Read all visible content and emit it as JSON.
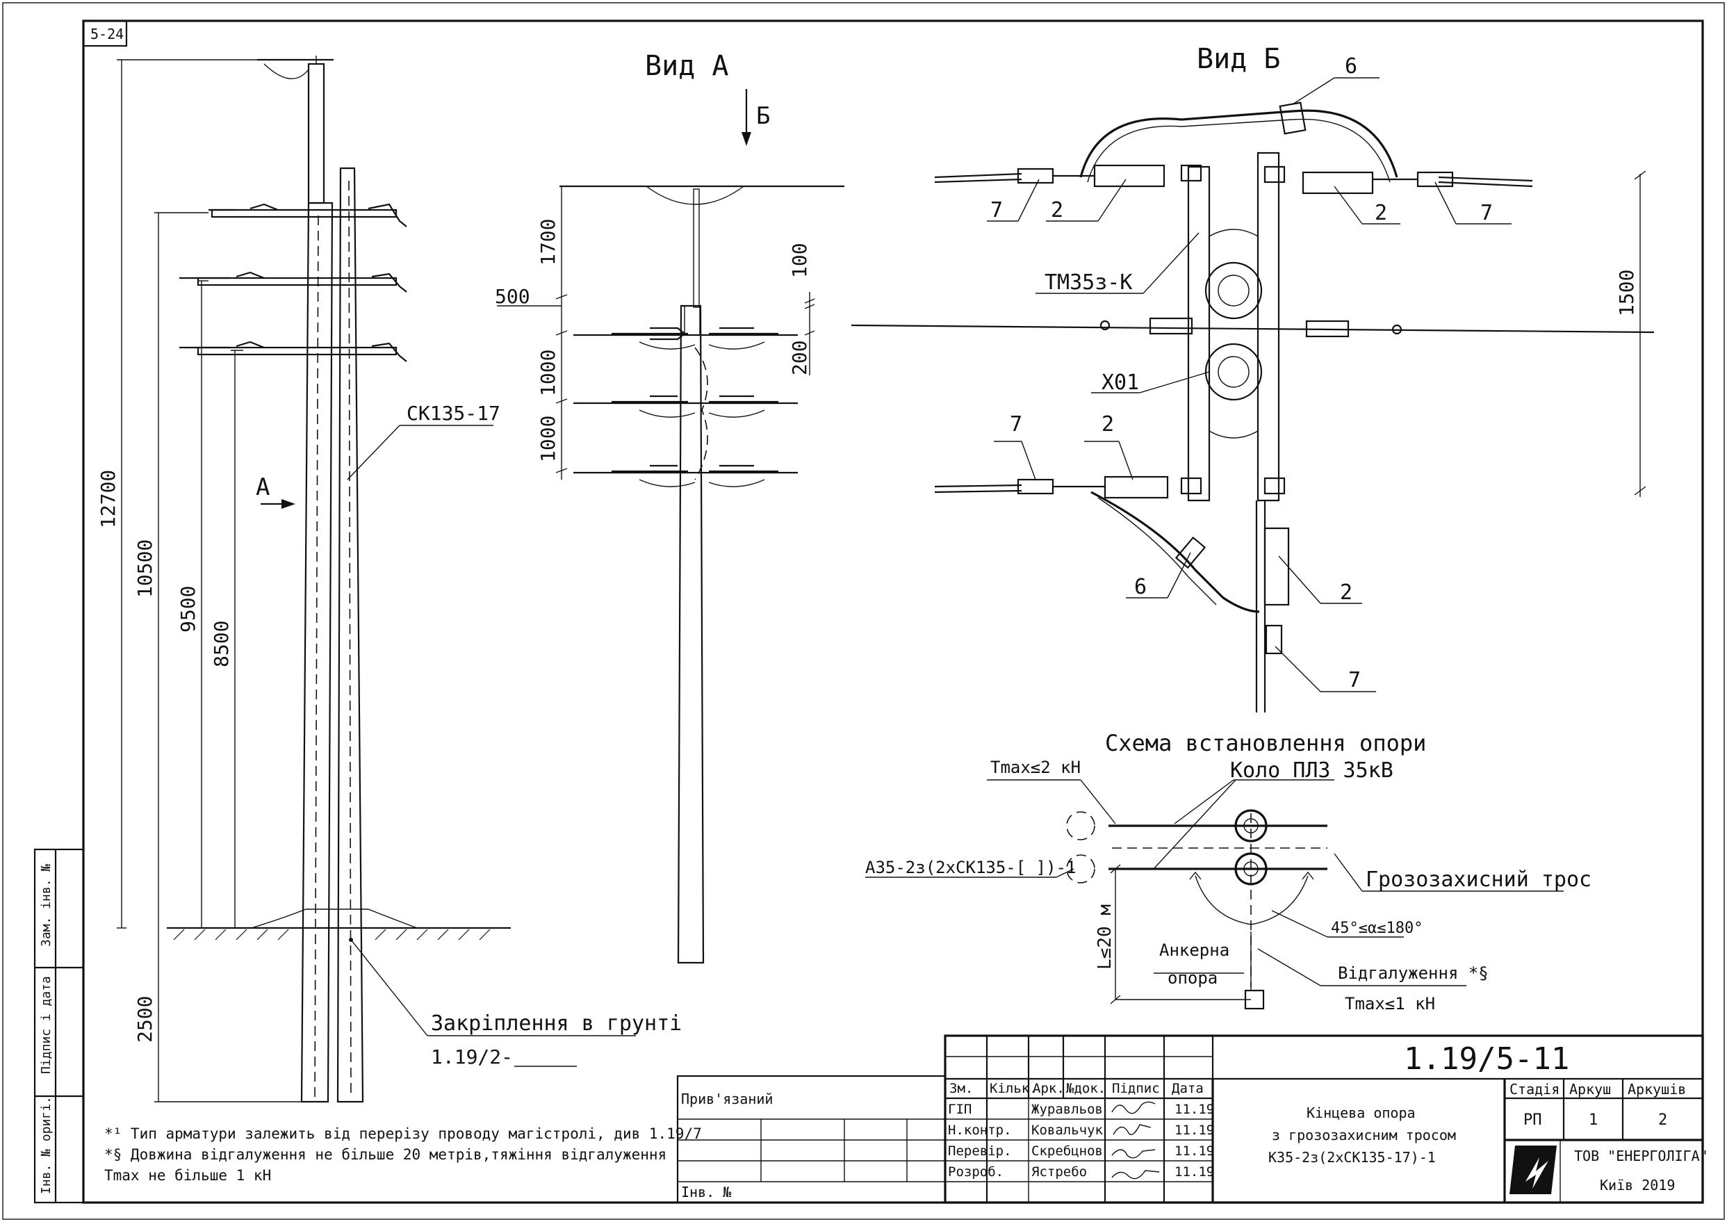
{
  "sheet_code": "5-24",
  "views": {
    "view_a": "Вид А",
    "view_b": "Вид Б",
    "arrow_a": "А",
    "arrow_b": "Б"
  },
  "main_view": {
    "dim_total": "12700",
    "dim_upper": "10500",
    "dim_mid": "9500",
    "dim_lower": "8500",
    "dim_ground": "2500",
    "pole_label": "СК135-17",
    "fixing_title": "Закріплення в грунті",
    "fixing_ref": "1.19/2-"
  },
  "view_a_dims": {
    "d1700": "1700",
    "d500": "500",
    "d1000a": "1000",
    "d1000b": "1000",
    "d100": "100",
    "d200": "200"
  },
  "view_b_labels": {
    "n6a": "6",
    "n7a": "7",
    "n2a": "2",
    "n2b": "2",
    "n7b": "7",
    "tm": "ТМ35з-К",
    "x01": "Х01",
    "n7c": "7",
    "n2c": "2",
    "n6b": "6",
    "n2d": "2",
    "n7d": "7",
    "d1500": "1500"
  },
  "scheme": {
    "title": "Схема встановлення опори",
    "tmax2": "Tmax≤2 кН",
    "circuit": "Коло ПЛЗ 35кВ",
    "support": "А35-2з(2хСК135-[ ])-1",
    "ground_wire": "Грозозахисний трос",
    "length": "L≤20 м",
    "angle": "45°≤α≤180°",
    "anchor1": "Анкерна",
    "anchor2": "опора",
    "branch": "Відгалуження *§",
    "tmax1": "Tmax≤1 кН"
  },
  "notes": {
    "n1": "*¹ Тип арматури залежить від перерізу проводу магістролі, див 1.19/7",
    "n2": "*§ Довжина відгалуження не більше 20 метрів,тяжіння відгалуження",
    "n3": "Tmax не більше 1 кН"
  },
  "side_stamp": {
    "s1": "Зам. інв. №",
    "s2": "Підпис і дата",
    "s3": "Інв. № оригі."
  },
  "title_block": {
    "doc_number": "1.19/5-11",
    "bound": "Прив'язаний",
    "inv": "Інв. №",
    "headers": [
      "Зм.",
      "Кільк.",
      "Арк.",
      "№док.",
      "Підпис",
      "Дата"
    ],
    "rows": [
      {
        "role": "ГІП",
        "name": "Журавльов",
        "date": "11.19"
      },
      {
        "role": "Н.контр.",
        "name": "Ковальчук",
        "date": "11.19"
      },
      {
        "role": "Перевір.",
        "name": "Скребцнов",
        "date": "11.19"
      },
      {
        "role": "Розроб.",
        "name": "Ястребо",
        "date": "11.19"
      }
    ],
    "desc1": "Кінцева опора",
    "desc2": "з грозозахисним тросом",
    "desc3": "К35-2з(2хСК135-17)-1",
    "stage_h": "Стадія",
    "sheet_h": "Аркуш",
    "sheets_h": "Аркушів",
    "stage": "РП",
    "sheet": "1",
    "sheets": "2",
    "company": "ТОВ \"ЕНЕРГОЛІГА\"",
    "city": "Київ 2019"
  }
}
